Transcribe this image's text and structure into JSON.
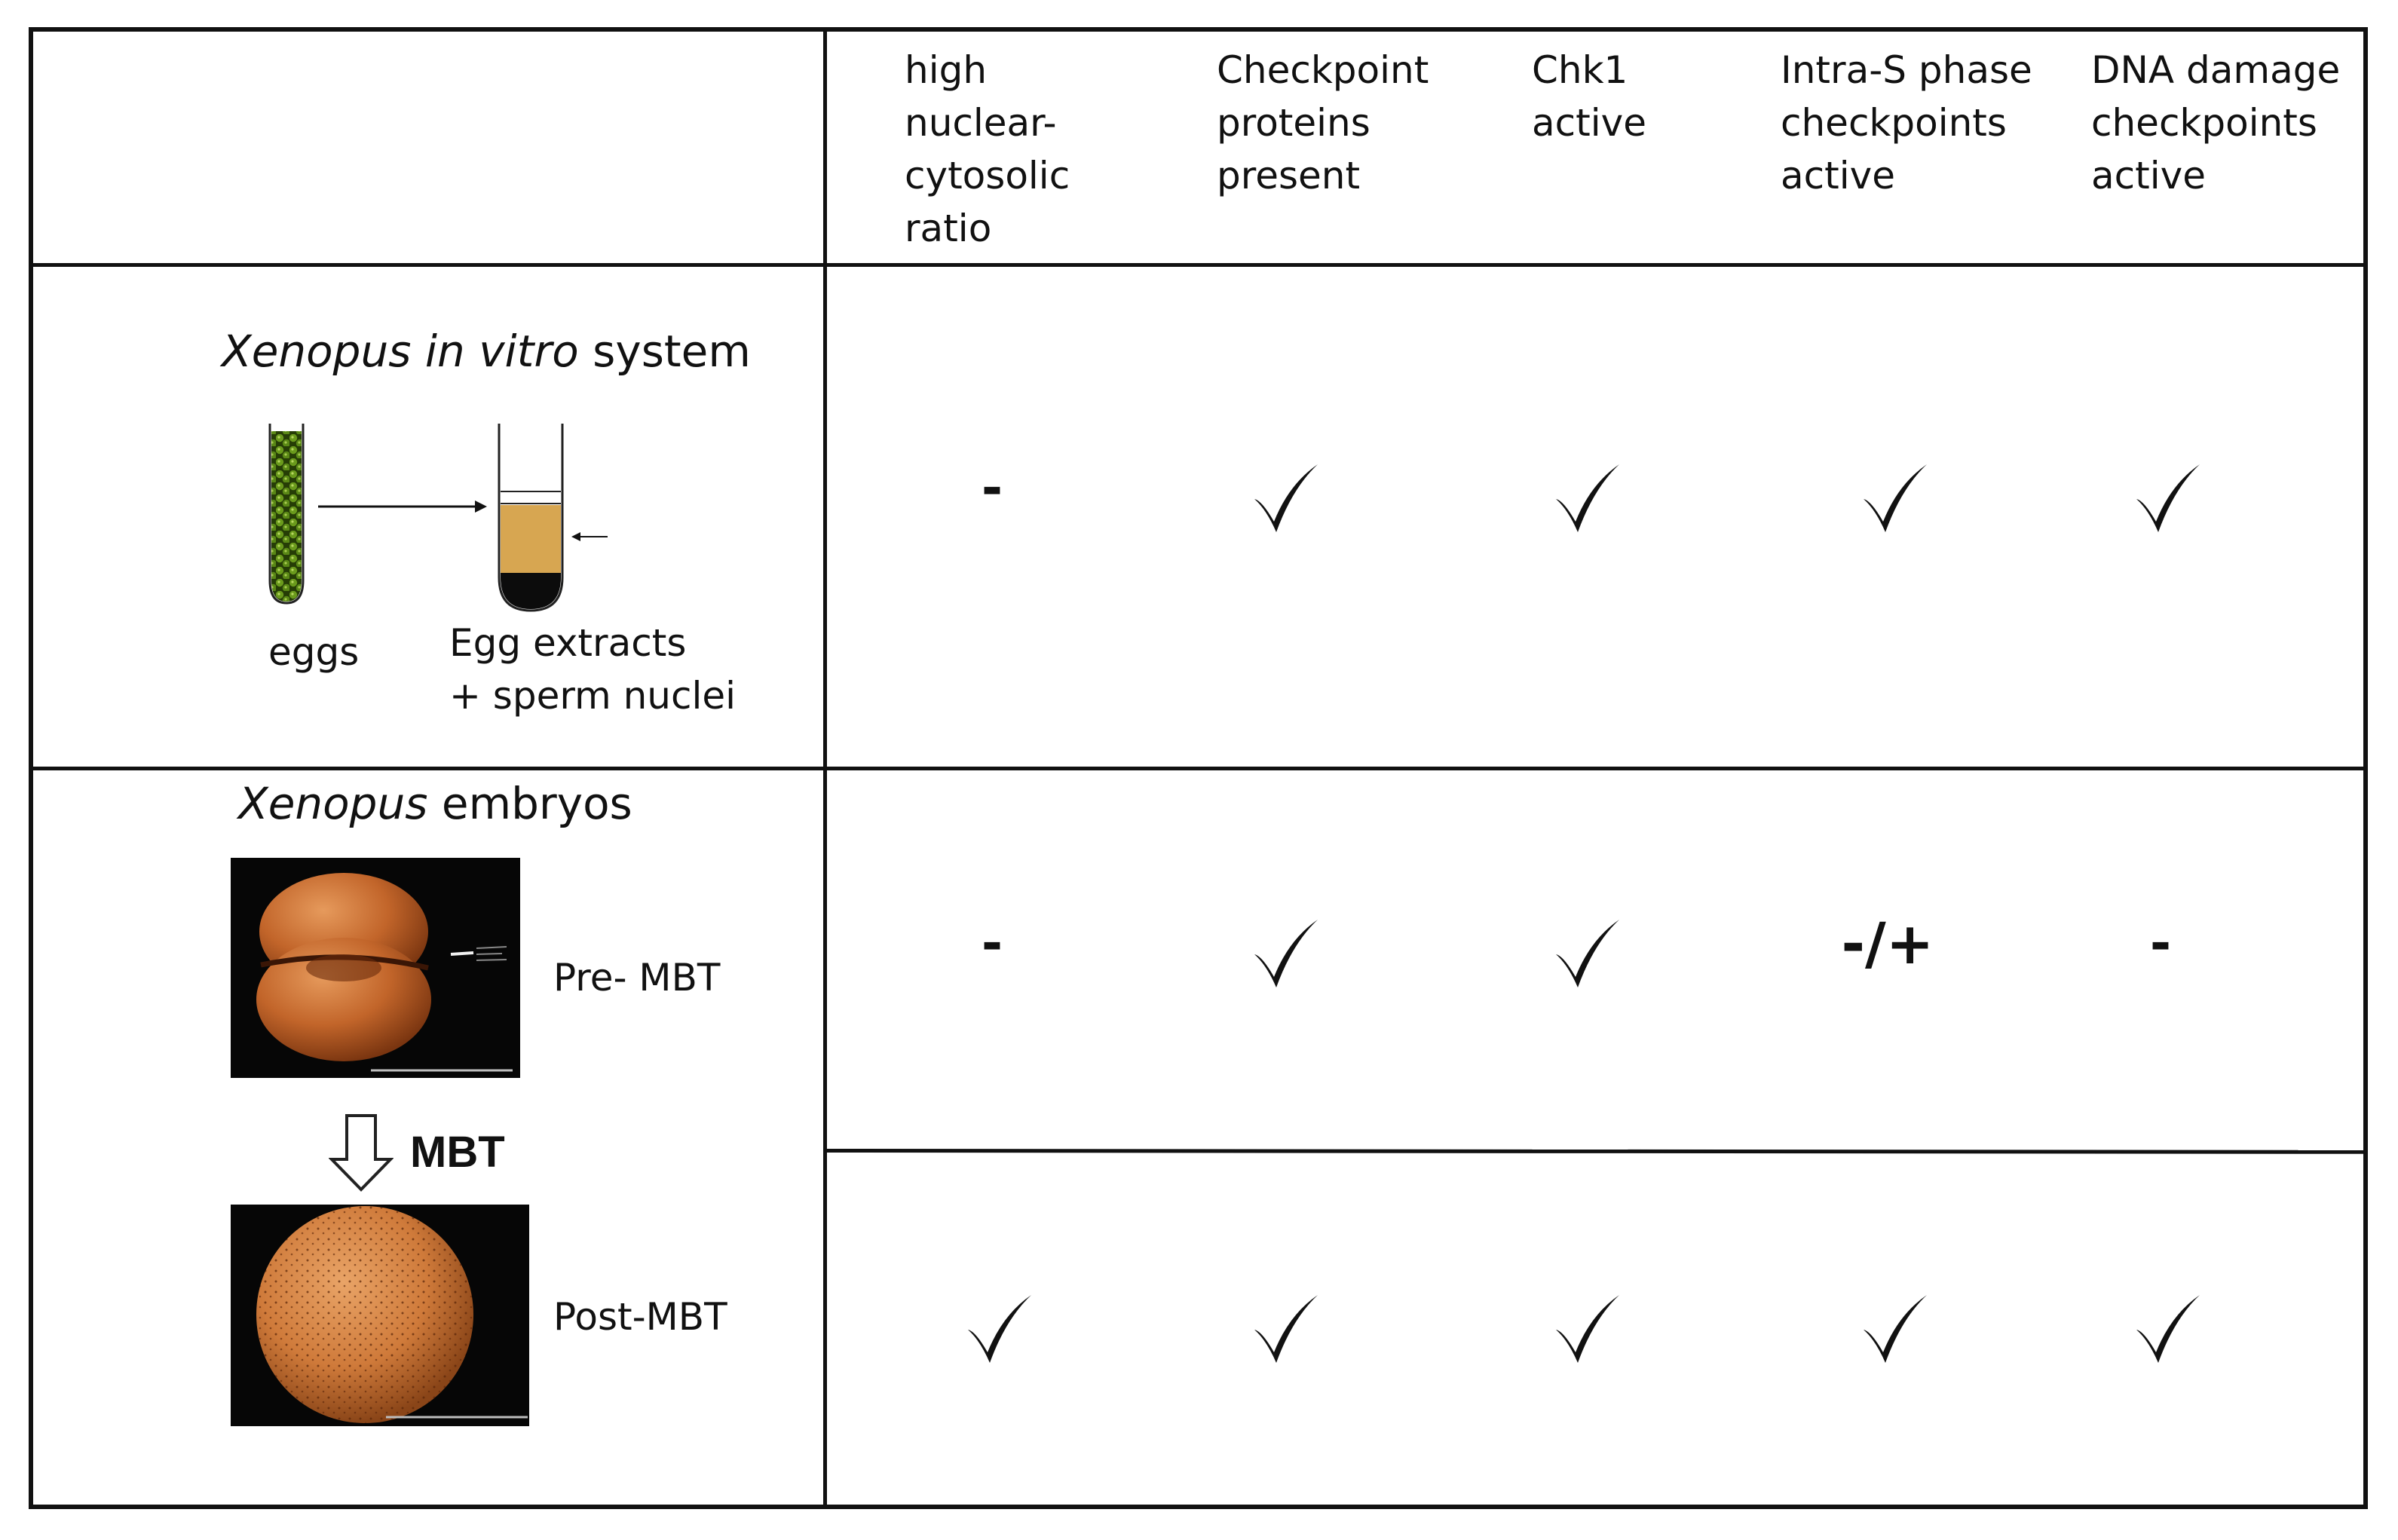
{
  "headers": [
    [
      "high",
      "nuclear-",
      "cytosolic",
      "ratio"
    ],
    [
      "Checkpoint",
      "proteins",
      "present"
    ],
    [
      "Chk1",
      "active"
    ],
    [
      "Intra-S phase",
      "checkpoints",
      "active"
    ],
    [
      "DNA damage",
      "checkpoints",
      "active"
    ]
  ],
  "sections": {
    "invitro": {
      "title_italic": "Xenopus in vitro",
      "title_rest": " system",
      "eggs_label": "eggs",
      "extract_label_1": "Egg extracts",
      "extract_label_2": "+ sperm nuclei"
    },
    "embryos": {
      "title_italic": "Xenopus",
      "title_rest": " embryos",
      "pre_label": "Pre- MBT",
      "transition_label": "MBT",
      "post_label": "Post-MBT"
    }
  },
  "rows": [
    {
      "name": "invitro",
      "cells": [
        "-",
        "check",
        "check",
        "check",
        "check"
      ]
    },
    {
      "name": "pre-mbt",
      "cells": [
        "-",
        "check",
        "check",
        "-/+",
        "-"
      ]
    },
    {
      "name": "post-mbt",
      "cells": [
        "check",
        "check",
        "check",
        "check",
        "check"
      ]
    }
  ],
  "colors": {
    "egg_green": "#4f7a12",
    "extract_tan": "#d7a651",
    "embryo_orange": "#c2652a",
    "photo_bg": "#060606"
  }
}
